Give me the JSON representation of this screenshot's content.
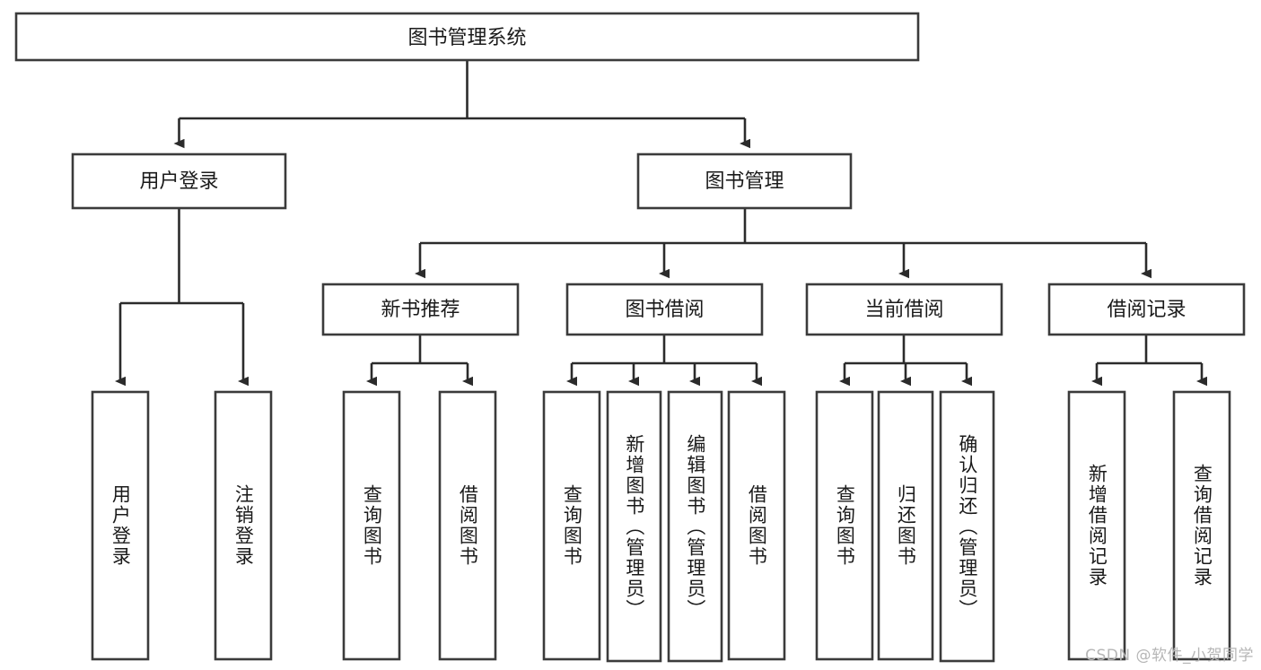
{
  "diagram": {
    "type": "tree-hierarchy",
    "title": "图书管理系统",
    "orientation": "top-down",
    "colors": {
      "box_fill": "#ffffff",
      "box_stroke": "#3b3b3b",
      "connector": "#2b2b2b",
      "text": "#1a1a1a",
      "watermark": "#b6b6b6"
    },
    "root": {
      "id": "root",
      "label": "图书管理系统"
    },
    "level2": [
      {
        "id": "user-login",
        "label": "用户登录"
      },
      {
        "id": "book-manage",
        "label": "图书管理"
      }
    ],
    "level3": [
      {
        "id": "new-book-rec",
        "label": "新书推荐",
        "parent": "book-manage"
      },
      {
        "id": "book-borrow",
        "label": "图书借阅",
        "parent": "book-manage"
      },
      {
        "id": "current-borrow",
        "label": "当前借阅",
        "parent": "book-manage"
      },
      {
        "id": "borrow-record",
        "label": "借阅记录",
        "parent": "book-manage"
      }
    ],
    "leaves": [
      {
        "id": "leaf-user-login",
        "label": "用户登录",
        "parent": "user-login"
      },
      {
        "id": "leaf-logout",
        "label": "注销登录",
        "parent": "user-login"
      },
      {
        "id": "leaf-query-book-1",
        "label": "查询图书",
        "parent": "new-book-rec"
      },
      {
        "id": "leaf-borrow-book-1",
        "label": "借阅图书",
        "parent": "new-book-rec"
      },
      {
        "id": "leaf-query-book-2",
        "label": "查询图书",
        "parent": "book-borrow"
      },
      {
        "id": "leaf-add-book",
        "label": "新增图书（管理员）",
        "parent": "book-borrow"
      },
      {
        "id": "leaf-edit-book",
        "label": "编辑图书（管理员）",
        "parent": "book-borrow"
      },
      {
        "id": "leaf-borrow-book-2",
        "label": "借阅图书",
        "parent": "book-borrow"
      },
      {
        "id": "leaf-query-book-3",
        "label": "查询图书",
        "parent": "current-borrow"
      },
      {
        "id": "leaf-return-book",
        "label": "归还图书",
        "parent": "current-borrow"
      },
      {
        "id": "leaf-confirm-return",
        "label": "确认归还（管理员）",
        "parent": "current-borrow"
      },
      {
        "id": "leaf-add-record",
        "label": "新增借阅记录",
        "parent": "borrow-record"
      },
      {
        "id": "leaf-query-record",
        "label": "查询借阅记录",
        "parent": "borrow-record"
      }
    ]
  },
  "watermark": {
    "text": "CSDN @软件_小贺同学"
  }
}
